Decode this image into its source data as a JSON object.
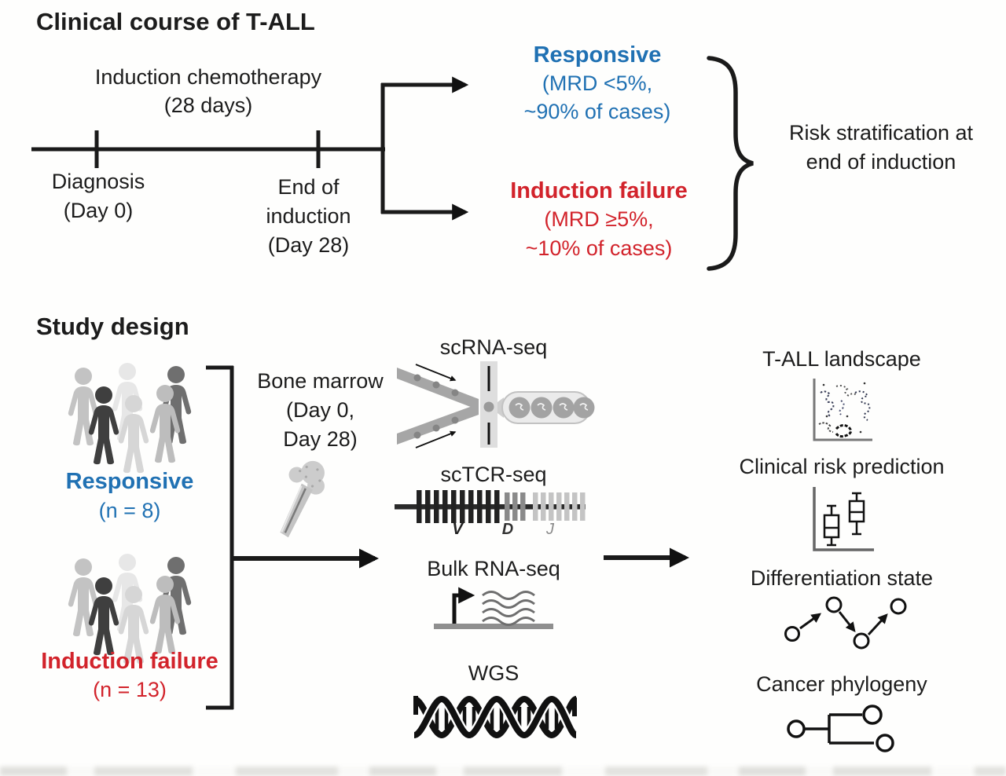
{
  "clinical_course": {
    "title": "Clinical course of T-ALL",
    "timeline": {
      "phase_line1": "Induction chemotherapy",
      "phase_line2": "(28 days)",
      "tick1_line1": "Diagnosis",
      "tick1_line2": "(Day 0)",
      "tick2_line1": "End of",
      "tick2_line2": "induction",
      "tick2_line3": "(Day 28)"
    },
    "outcomes": {
      "responsive": {
        "label": "Responsive",
        "detail1": "(MRD <5%,",
        "detail2": "~90% of cases)",
        "color": "#2071b3"
      },
      "induction_failure": {
        "label": "Induction failure",
        "detail1": "(MRD ≥5%,",
        "detail2": "~10% of cases)",
        "color": "#d2232b"
      }
    },
    "risk_note": {
      "line1": "Risk stratification at",
      "line2": "end of induction"
    }
  },
  "study_design": {
    "title": "Study design",
    "cohorts": [
      {
        "label": "Responsive",
        "n_label": "(n = 8)",
        "color": "#2071b3",
        "icon": "patient-group-icon"
      },
      {
        "label": "Induction failure",
        "n_label": "(n = 13)",
        "color": "#d2232b",
        "icon": "patient-group-icon"
      }
    ],
    "sample": {
      "line1": "Bone marrow",
      "line2": "(Day 0,",
      "line3": "Day 28)",
      "icon": "bone-icon"
    },
    "assays": [
      {
        "label": "scRNA-seq",
        "icon": "microfluidics-droplet-icon"
      },
      {
        "label": "scTCR-seq",
        "icon": "vdj-segments-icon",
        "segments": [
          "V",
          "D",
          "J"
        ]
      },
      {
        "label": "Bulk RNA-seq",
        "icon": "gene-transcription-icon"
      },
      {
        "label": "WGS",
        "icon": "dna-helix-icon"
      }
    ],
    "outputs": [
      {
        "label": "T-ALL landscape",
        "icon": "umap-scatter-icon"
      },
      {
        "label": "Clinical risk prediction",
        "icon": "boxplot-icon"
      },
      {
        "label": "Differentiation state",
        "icon": "trajectory-icon"
      },
      {
        "label": "Cancer phylogeny",
        "icon": "phylogeny-tree-icon"
      }
    ],
    "text_color": "#1c1c1c"
  }
}
